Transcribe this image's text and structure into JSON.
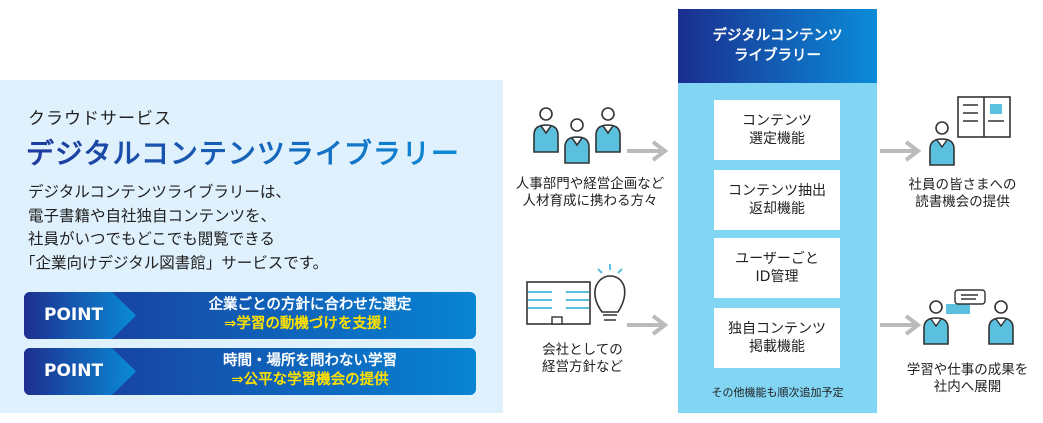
{
  "left_panel": {
    "subtitle": "クラウドサービス",
    "title": "デジタルコンテンツライブラリー",
    "description": [
      "デジタルコンテンツライブラリーは、",
      "電子書籍や自社独自コンテンツを、",
      "社員がいつでもどこでも閲覧できる",
      "「企業向けデジタル図書館」サービスです。"
    ],
    "points": [
      {
        "label": "POINT",
        "line1": "企業ごとの方針に合わせた選定",
        "line2": "⇒学習の動機づけを支援！"
      },
      {
        "label": "POINT",
        "line1": "時間・場所を問わない学習",
        "line2": "⇒公平な学習機会の提供"
      }
    ]
  },
  "center": {
    "header": [
      "デジタルコンテンツ",
      "ライブラリー"
    ],
    "features": [
      [
        "コンテンツ",
        "選定機能"
      ],
      [
        "コンテンツ抽出",
        "返却機能"
      ],
      [
        "ユーザーごと",
        "ID管理"
      ],
      [
        "独自コンテンツ",
        "掲載機能"
      ]
    ],
    "footer": "その他機能も順次追加予定"
  },
  "inputs": [
    {
      "icon": "people-group-icon",
      "lines": [
        "人事部門や経営企画など",
        "人材育成に携わる方々"
      ]
    },
    {
      "icon": "building-lightbulb-icon",
      "lines": [
        "会社としての",
        "経営方針など"
      ]
    }
  ],
  "outputs": [
    {
      "icon": "person-book-icon",
      "lines": [
        "社員の皆さまへの",
        "読書機会の提供"
      ]
    },
    {
      "icon": "people-chat-icon",
      "lines": [
        "学習や仕事の成果を",
        "社内へ展開"
      ]
    }
  ],
  "colors": {
    "accent": "#0a8cd8",
    "dark": "#1b2e8f",
    "panel": "#dff1fd",
    "column": "#82d6f4",
    "highlight": "#ffe000"
  }
}
